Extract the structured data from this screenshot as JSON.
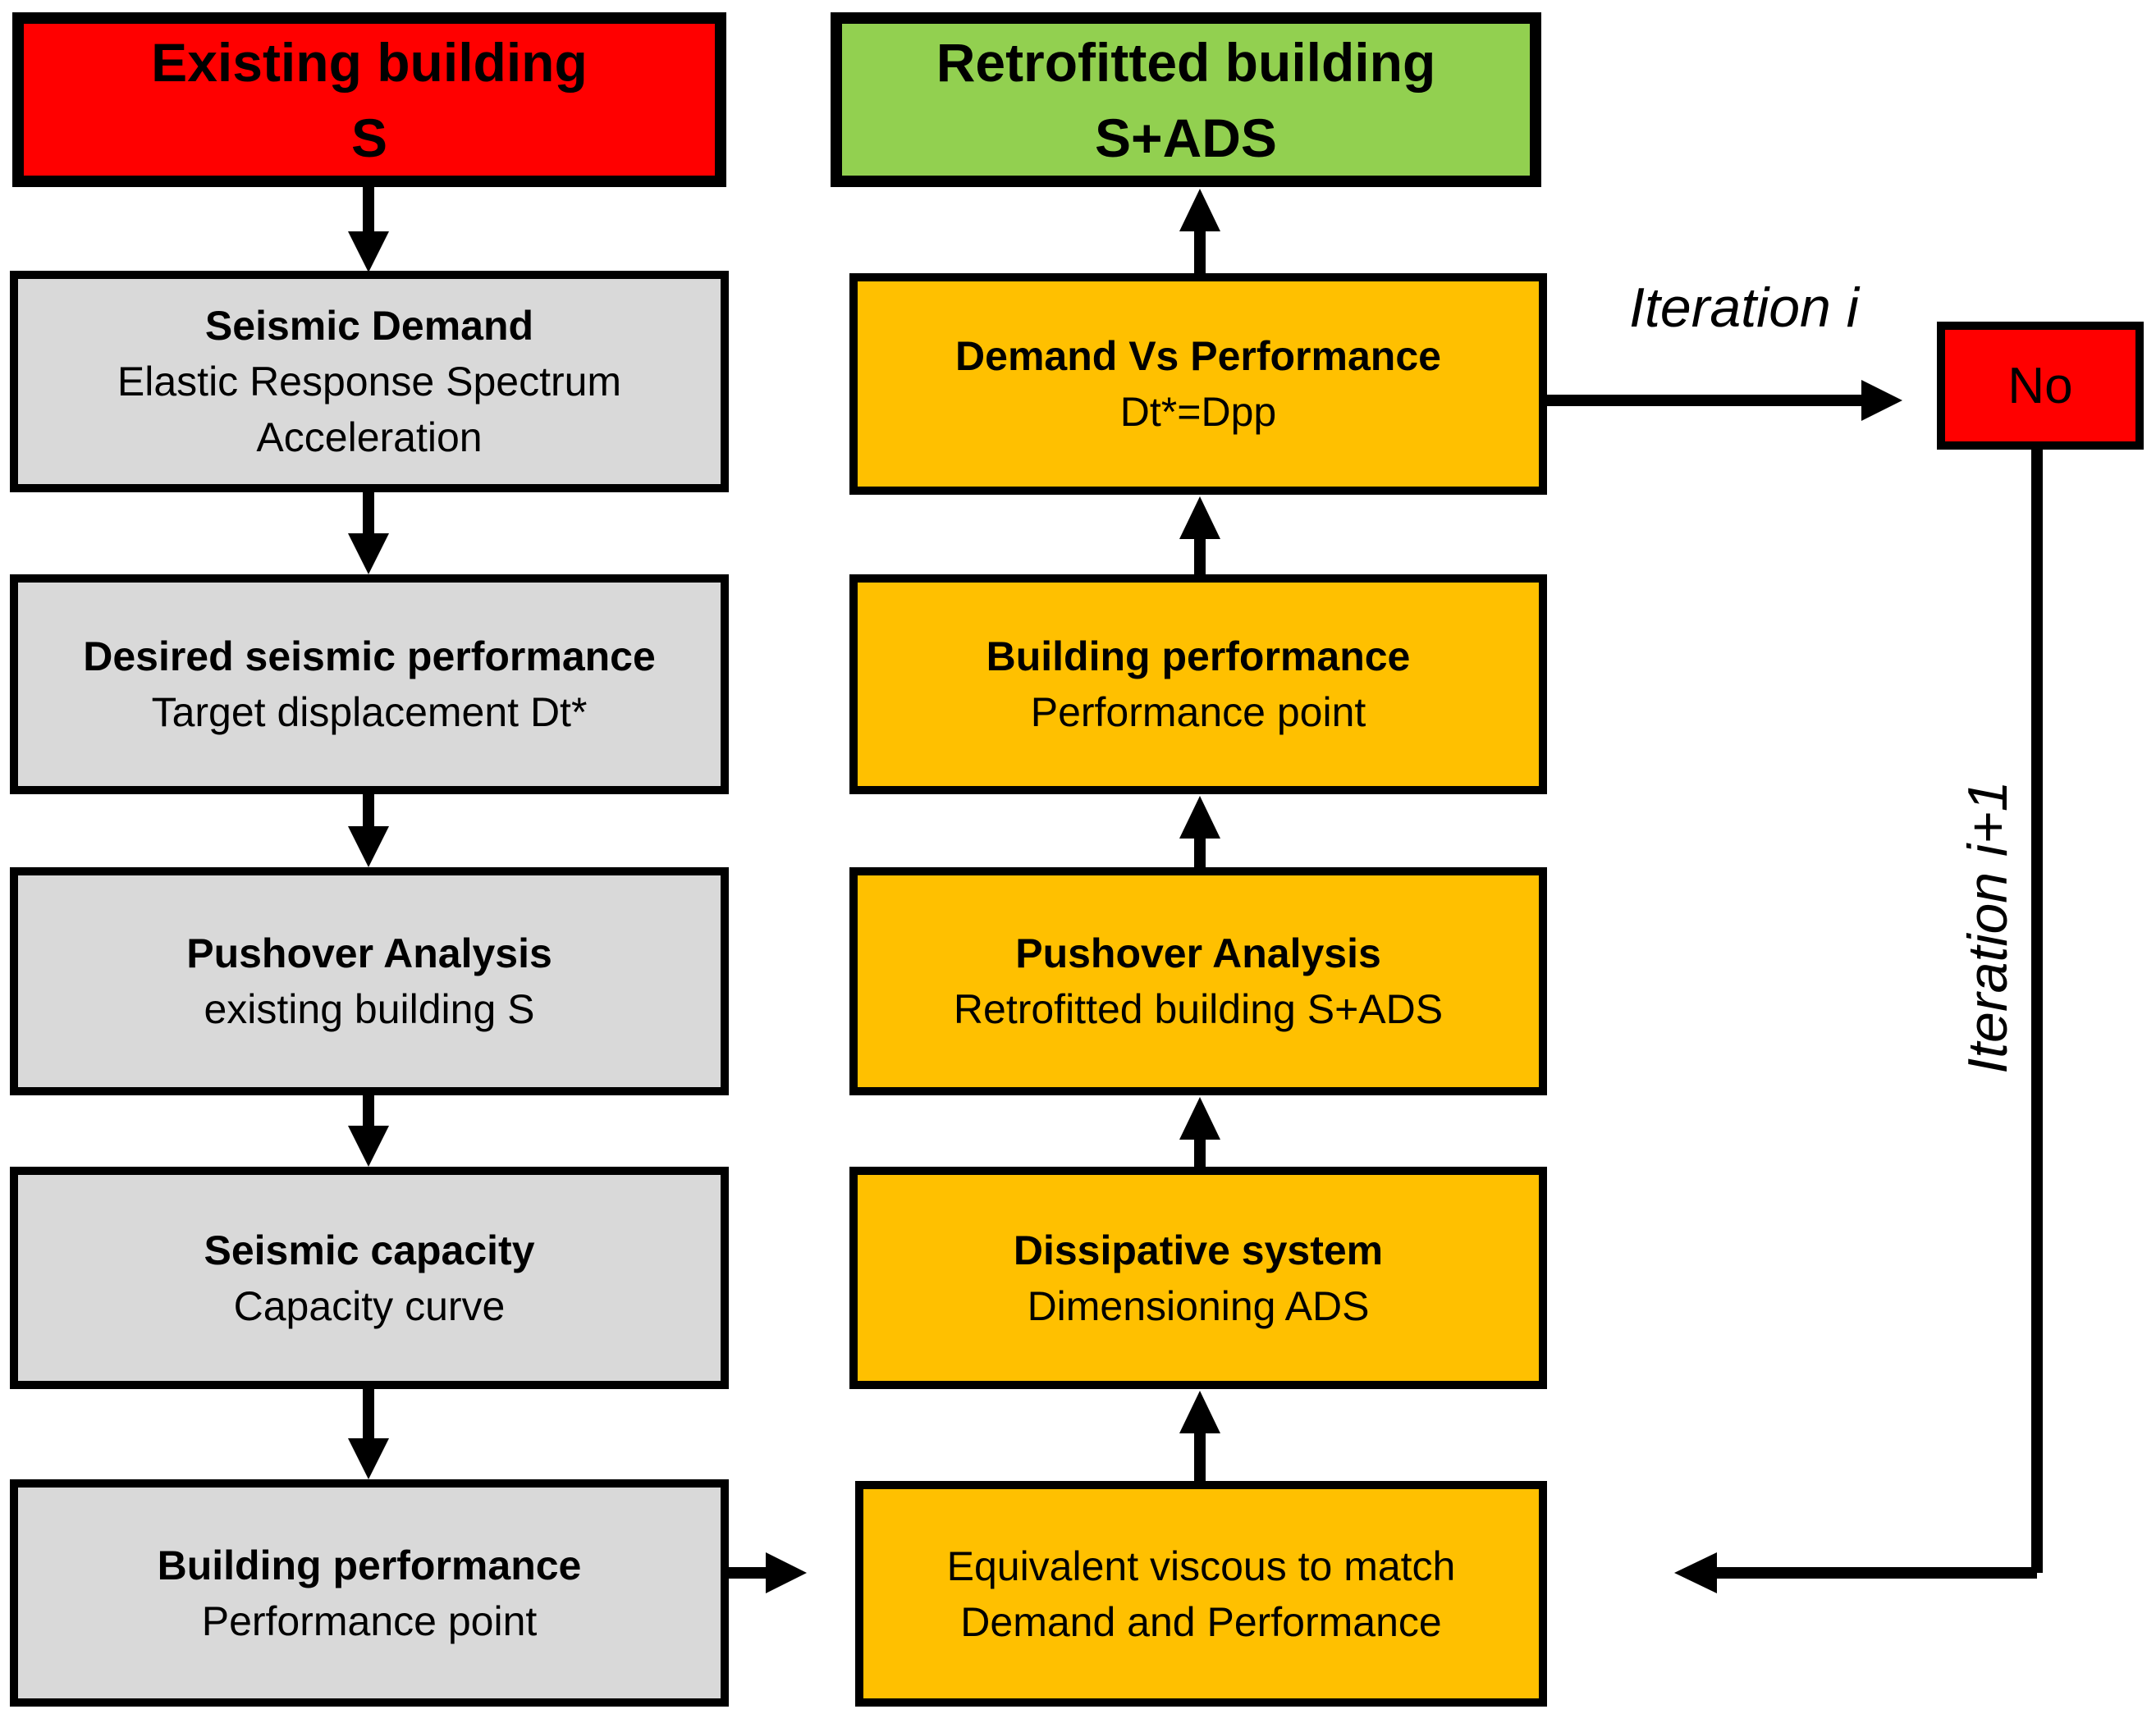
{
  "colors": {
    "red": "#FF0000",
    "green": "#92D050",
    "orange": "#FFC000",
    "gray": "#D9D9D9",
    "line": "#000000",
    "text": "#000000",
    "bg": "#FFFFFF"
  },
  "left_column": {
    "header": {
      "line1": "Existing building",
      "line2": "S"
    },
    "boxes": [
      {
        "title": "Seismic Demand",
        "line1": "Elastic Response Spectrum",
        "line2": "Acceleration"
      },
      {
        "title": "Desired seismic performance",
        "line1": "Target displacement Dt*",
        "line2": ""
      },
      {
        "title": "Pushover Analysis",
        "line1": "existing building S",
        "line2": ""
      },
      {
        "title": "Seismic capacity",
        "line1": "Capacity curve",
        "line2": ""
      },
      {
        "title": "Building performance",
        "line1": "Performance point",
        "line2": ""
      }
    ]
  },
  "right_column": {
    "header": {
      "line1": "Retrofitted building",
      "line2": "S+ADS"
    },
    "boxes": [
      {
        "title": "Demand Vs Performance",
        "line1": "Dt*=Dpp",
        "line2": ""
      },
      {
        "title": "Building performance",
        "line1": "Performance point",
        "line2": ""
      },
      {
        "title": "Pushover Analysis",
        "line1": "Retrofitted building S+ADS",
        "line2": ""
      },
      {
        "title": "Dissipative system",
        "line1": "Dimensioning ADS",
        "line2": ""
      },
      {
        "title": "",
        "line1": "Equivalent viscous to match",
        "line2": "Demand and Performance"
      }
    ]
  },
  "annotations": {
    "iteration_i": "Iteration i",
    "iteration_i_plus_1": "Iteration i+1",
    "no_label": "No"
  }
}
